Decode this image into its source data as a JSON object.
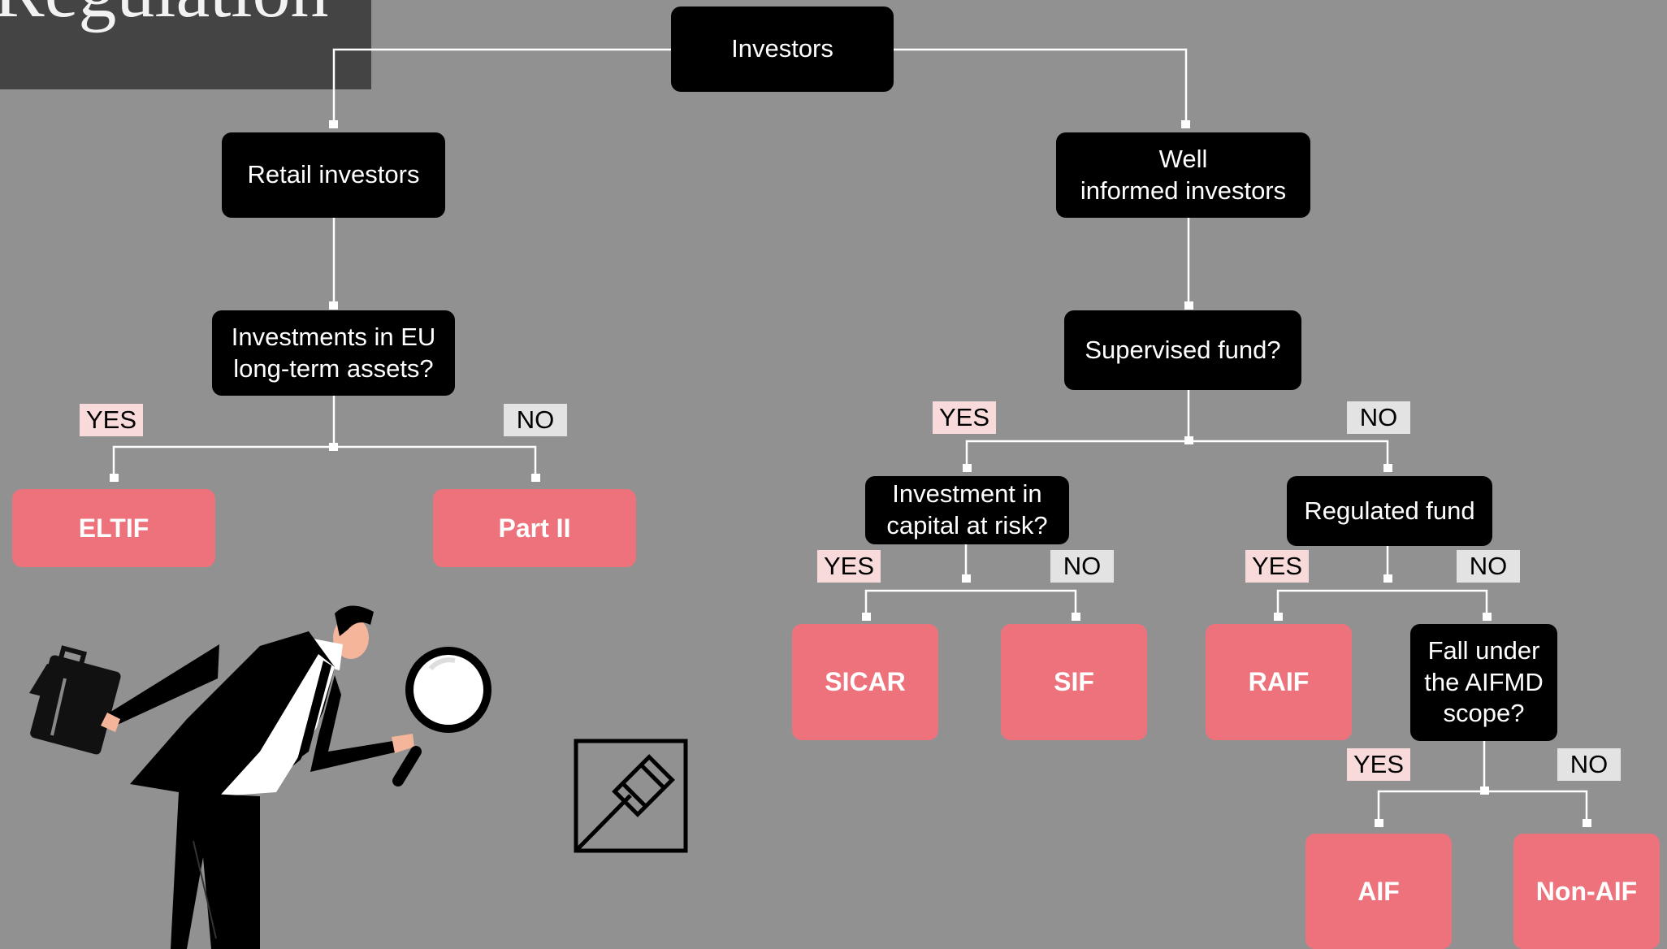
{
  "title": {
    "text": "Regulation"
  },
  "colors": {
    "background": "#919191",
    "node": "#000000",
    "leaf": "#ee727c",
    "yes_tag": "#f8dada",
    "no_tag": "#e3e3e3",
    "line": "#ffffff"
  },
  "nodes": {
    "investors": "Investors",
    "retail": "Retail investors",
    "well_informed": "Well\ninformed investors",
    "eu_long_term": "Investments in EU\nlong-term assets?",
    "supervised": "Supervised fund?",
    "capital_risk": "Investment in\ncapital at risk?",
    "regulated": "Regulated fund",
    "aifmd": "Fall under\nthe AIFMD\nscope?"
  },
  "leaves": {
    "eltif": "ELTIF",
    "part2": "Part II",
    "sicar": "SICAR",
    "sif": "SIF",
    "raif": "RAIF",
    "aif": "AIF",
    "non_aif": "Non-AIF"
  },
  "tags": {
    "yes": "YES",
    "no": "NO"
  },
  "illustration": {
    "figure": "businessman-with-magnifier",
    "icon": "gavel-icon"
  }
}
